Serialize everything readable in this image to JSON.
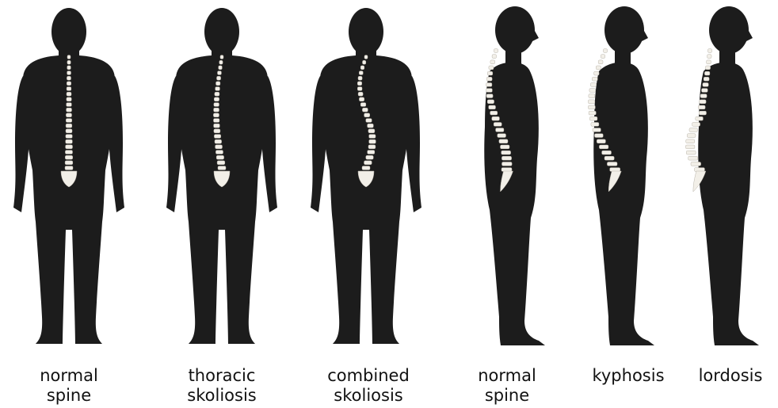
{
  "colors": {
    "silhouette": "#1c1c1c",
    "spine": "#f2efe8",
    "spine_edge": "#b9b4aa",
    "background": "#ffffff"
  },
  "figures": [
    {
      "view": "back",
      "spine": "normal",
      "labels": [
        "normal",
        "spine"
      ]
    },
    {
      "view": "back",
      "spine": "thoracic-scoliosis",
      "labels": [
        "thoracic",
        "skoliosis"
      ]
    },
    {
      "view": "back",
      "spine": "combined-scoliosis",
      "labels": [
        "combined",
        "skoliosis"
      ]
    },
    {
      "view": "side",
      "spine": "normal",
      "labels": [
        "normal",
        "spine"
      ]
    },
    {
      "view": "side",
      "spine": "kyphosis",
      "labels": [
        "kyphosis"
      ]
    },
    {
      "view": "side",
      "spine": "lordosis",
      "labels": [
        "lordosis"
      ]
    }
  ]
}
